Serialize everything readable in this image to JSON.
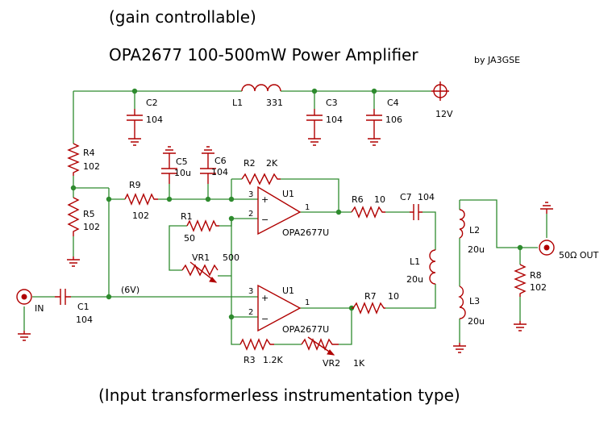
{
  "header": {
    "subtitle": "(gain controllable)",
    "title": "OPA2677 100-500mW Power Amplifier",
    "author": "by JA3GSE"
  },
  "footer": {
    "caption": "(Input transformerless instrumentation type)"
  },
  "supply": {
    "label": "12V"
  },
  "input": {
    "label": "IN"
  },
  "output": {
    "label": "50Ω OUT"
  },
  "bias": {
    "label": "(6V)"
  },
  "components": {
    "C1": {
      "ref": "C1",
      "value": "104"
    },
    "C2": {
      "ref": "C2",
      "value": "104"
    },
    "C3": {
      "ref": "C3",
      "value": "104"
    },
    "C4": {
      "ref": "C4",
      "value": "106"
    },
    "C5": {
      "ref": "C5",
      "value": "10u"
    },
    "C6": {
      "ref": "C6",
      "value": "104"
    },
    "C7": {
      "ref": "C7",
      "value": "104"
    },
    "L1a": {
      "ref": "L1",
      "value": "331"
    },
    "L1b": {
      "ref": "L1",
      "value": "20u"
    },
    "L2": {
      "ref": "L2",
      "value": "20u"
    },
    "L3": {
      "ref": "L3",
      "value": "20u"
    },
    "R1": {
      "ref": "R1",
      "value": "50"
    },
    "R2": {
      "ref": "R2",
      "value": "2K"
    },
    "R3": {
      "ref": "R3",
      "value": "1.2K"
    },
    "R4": {
      "ref": "R4",
      "value": "102"
    },
    "R5": {
      "ref": "R5",
      "value": "102"
    },
    "R6": {
      "ref": "R6",
      "value": "10"
    },
    "R7": {
      "ref": "R7",
      "value": "10"
    },
    "R8": {
      "ref": "R8",
      "value": "102"
    },
    "R9": {
      "ref": "R9",
      "value": "102"
    },
    "VR1": {
      "ref": "VR1",
      "value": "500"
    },
    "VR2": {
      "ref": "VR2",
      "value": "1K"
    }
  },
  "opamps": {
    "upper": {
      "ref": "U1",
      "part": "OPA2677U",
      "pin_plus": "3",
      "pin_minus": "2",
      "pin_out": "1"
    },
    "lower": {
      "ref": "U1",
      "part": "OPA2677U",
      "pin_plus": "3",
      "pin_minus": "2",
      "pin_out": "1"
    }
  },
  "colors": {
    "wire": "#2e8b2e",
    "component": "#b00000",
    "text": "#000000",
    "background": "#ffffff"
  }
}
